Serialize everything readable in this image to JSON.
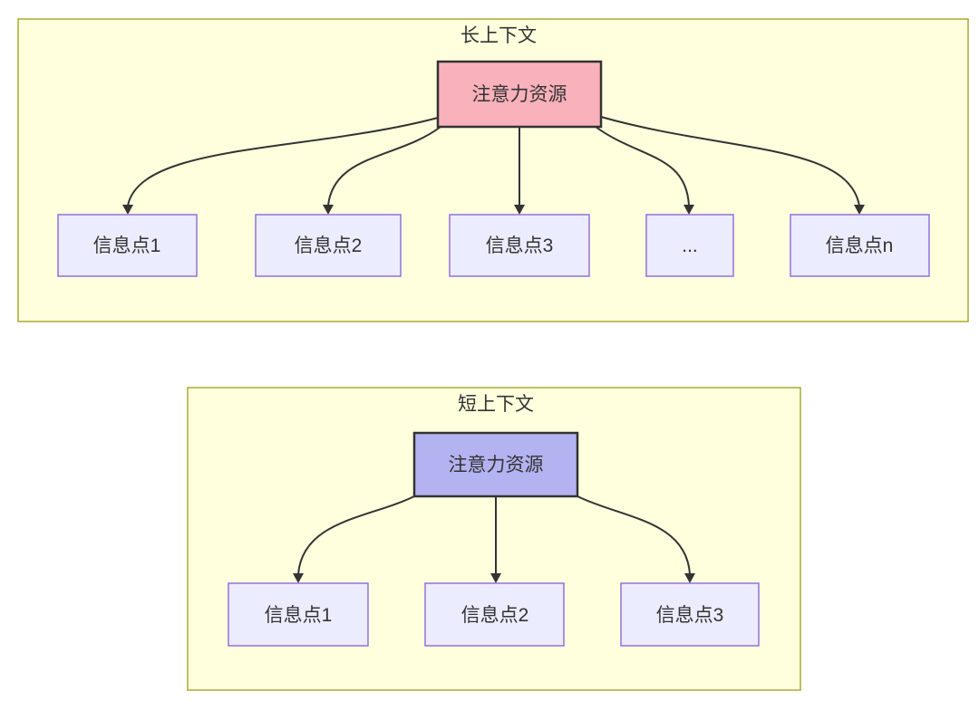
{
  "colors": {
    "cluster_fill": "#FFFFDE",
    "cluster_border": "#AAAA33",
    "info_node_fill": "#ECECFF",
    "info_node_border": "#9370DB",
    "attention_long_fill": "#F9B1BB",
    "attention_short_fill": "#B3B3F1",
    "edge_color": "#333333",
    "text_color": "#333333"
  },
  "long_context": {
    "title": "长上下文",
    "attention_node": "注意力资源",
    "info_nodes": [
      "信息点1",
      "信息点2",
      "信息点3",
      "...",
      "信息点n"
    ]
  },
  "short_context": {
    "title": "短上下文",
    "attention_node": "注意力资源",
    "info_nodes": [
      "信息点1",
      "信息点2",
      "信息点3"
    ]
  }
}
